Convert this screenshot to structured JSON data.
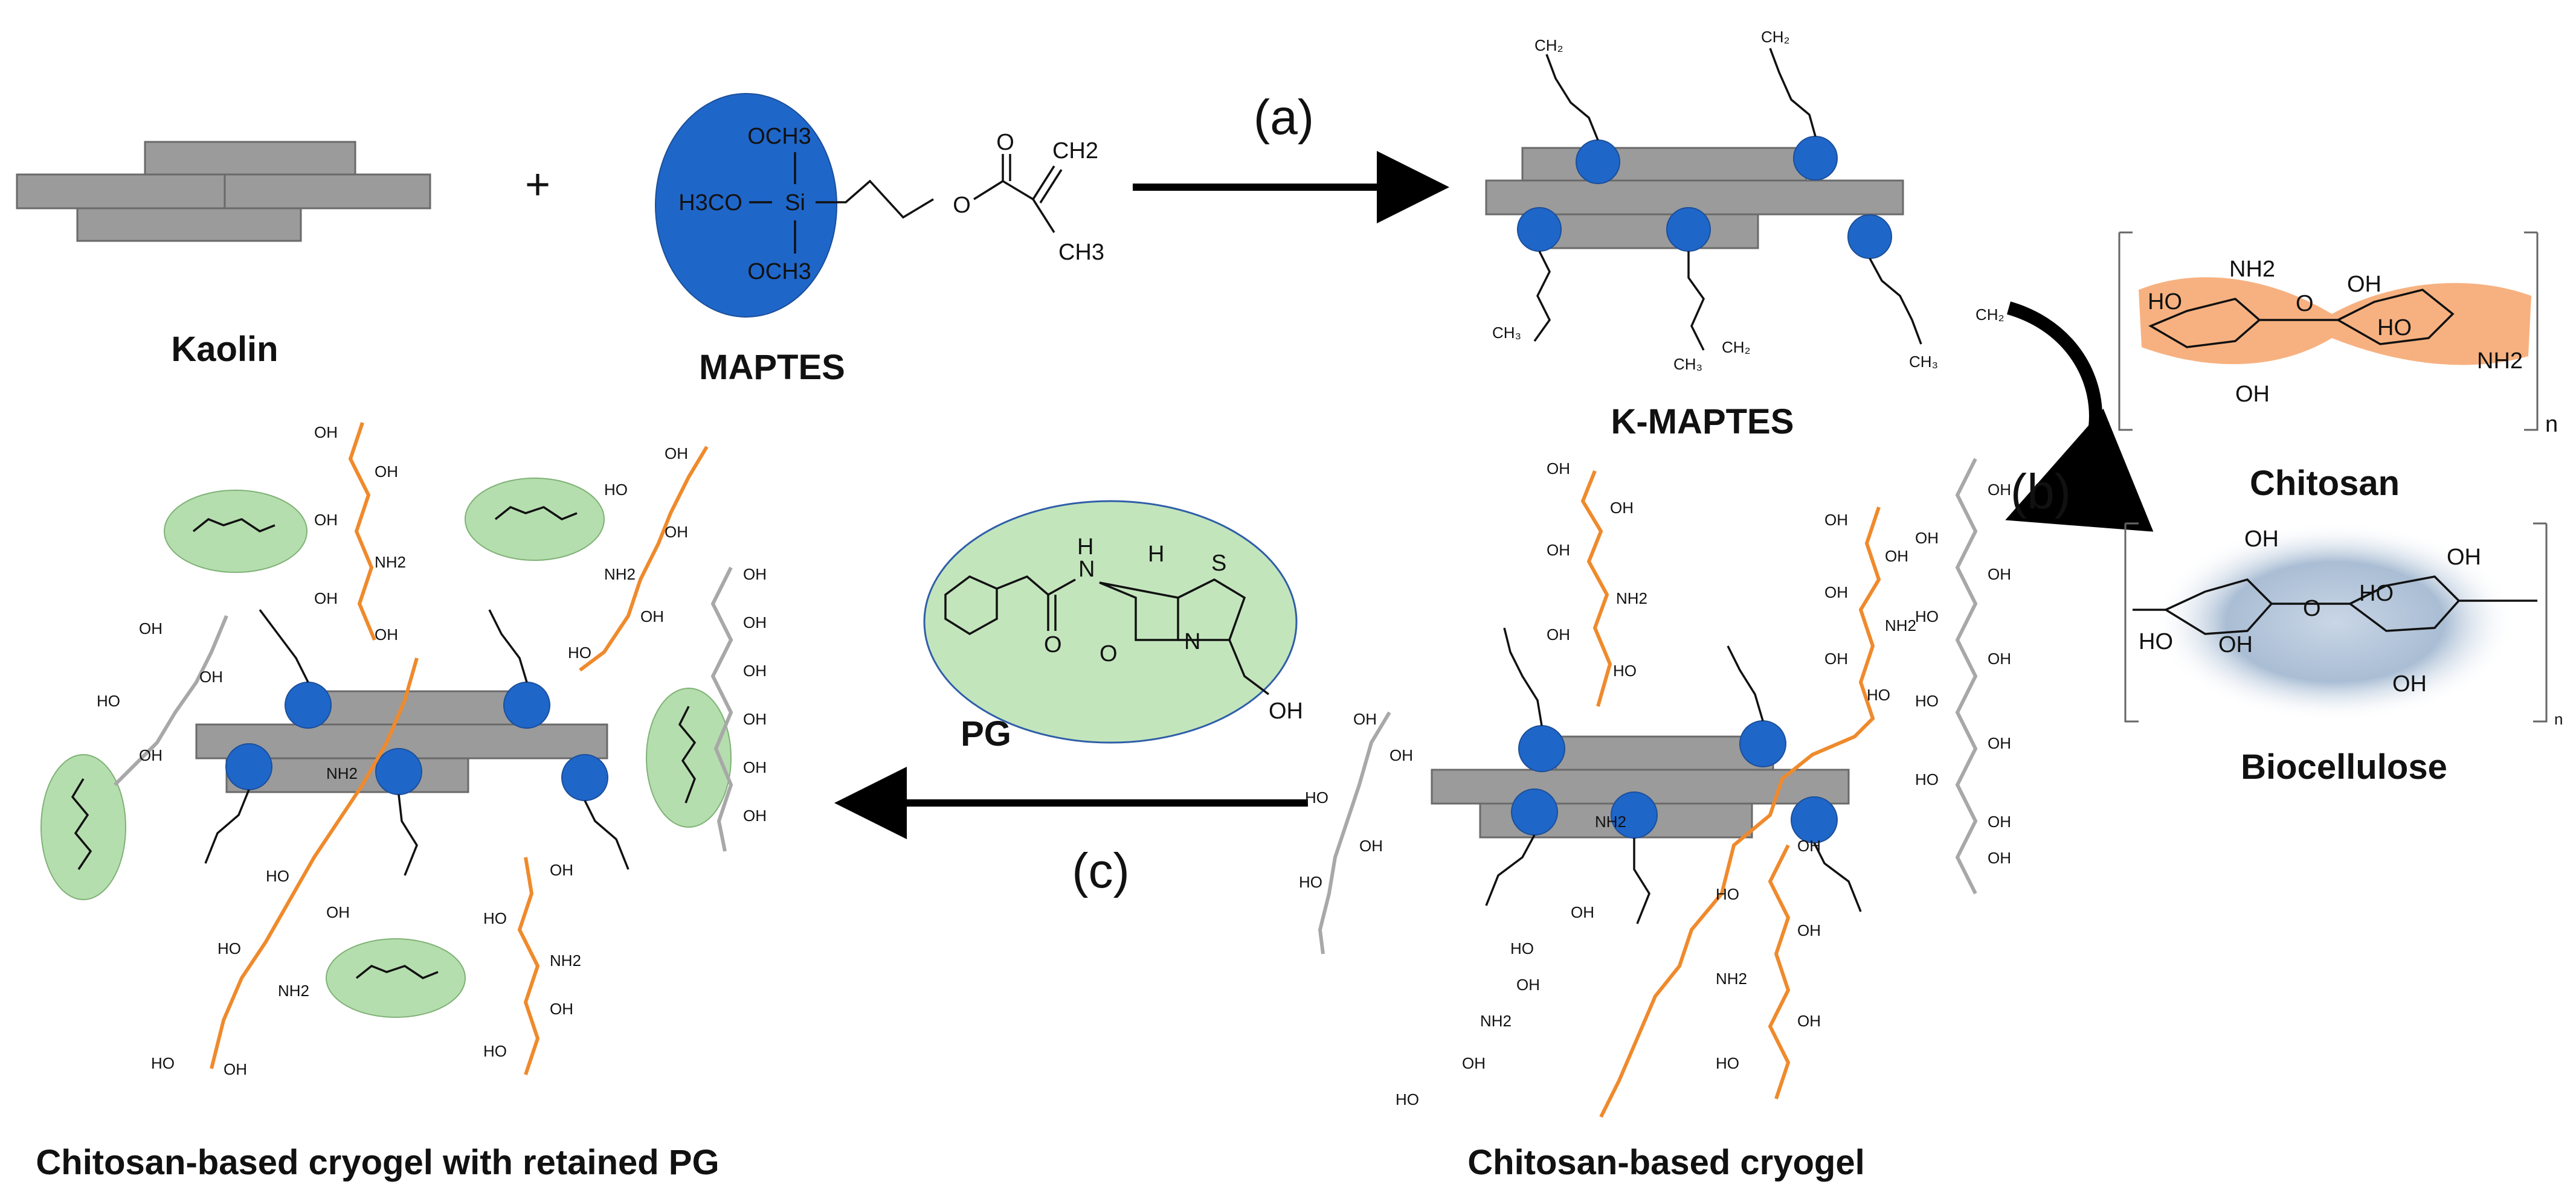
{
  "labels": {
    "kaolin": "Kaolin",
    "plus": "+",
    "maptes": "MAPTES",
    "k_maptes": "K-MAPTES",
    "chitosan": "Chitosan",
    "biocellulose": "Biocellulose",
    "pg": "PG",
    "cryogel": "Chitosan-based cryogel",
    "cryogel_pg": "Chitosan-based cryogel with retained PG"
  },
  "steps": {
    "a": "(a)",
    "b": "(b)",
    "c": "(c)"
  },
  "maptes_formula": {
    "och3_top": "OCH3",
    "h3co": "H3CO",
    "si": "Si",
    "och3_bottom": "OCH3",
    "o_ester": "O",
    "o_carbonyl": "O",
    "ch2": "CH2",
    "ch3": "CH3"
  },
  "chitosan_formula": {
    "oh_top": "OH",
    "nh2_top": "NH2",
    "ho_left": "HO",
    "ho_mid": "HO",
    "o_link": "O",
    "nh2_right": "NH2",
    "oh_bottom": "OH",
    "n": "n"
  },
  "biocellulose_formula": {
    "oh_1": "OH",
    "oh_2": "OH",
    "ho_1": "HO",
    "ho_2": "HO",
    "oh_3": "OH",
    "oh_4": "OH",
    "o_link": "O",
    "n": "n"
  },
  "pg_formula": {
    "nh": "N",
    "h_nh": "H",
    "h_ring": "H",
    "s": "S",
    "n_ring": "N",
    "o_amide": "O",
    "o_lactam": "O",
    "oh": "OH"
  },
  "chain_groups": {
    "oh": "OH",
    "ho": "HO",
    "nh2": "NH2"
  },
  "colors": {
    "slab": "#9b9b9b",
    "silane_blob": "#1f66c9",
    "drug_ellipse": "#a8d8a0",
    "chitosan_chain": "#ef8a2c",
    "cellulose_chain": "#a8a8a8",
    "arrow": "#000000"
  },
  "icons": {
    "arrow_a": "arrow-right",
    "arrow_b": "curved-arrow-down",
    "arrow_c": "arrow-left"
  }
}
